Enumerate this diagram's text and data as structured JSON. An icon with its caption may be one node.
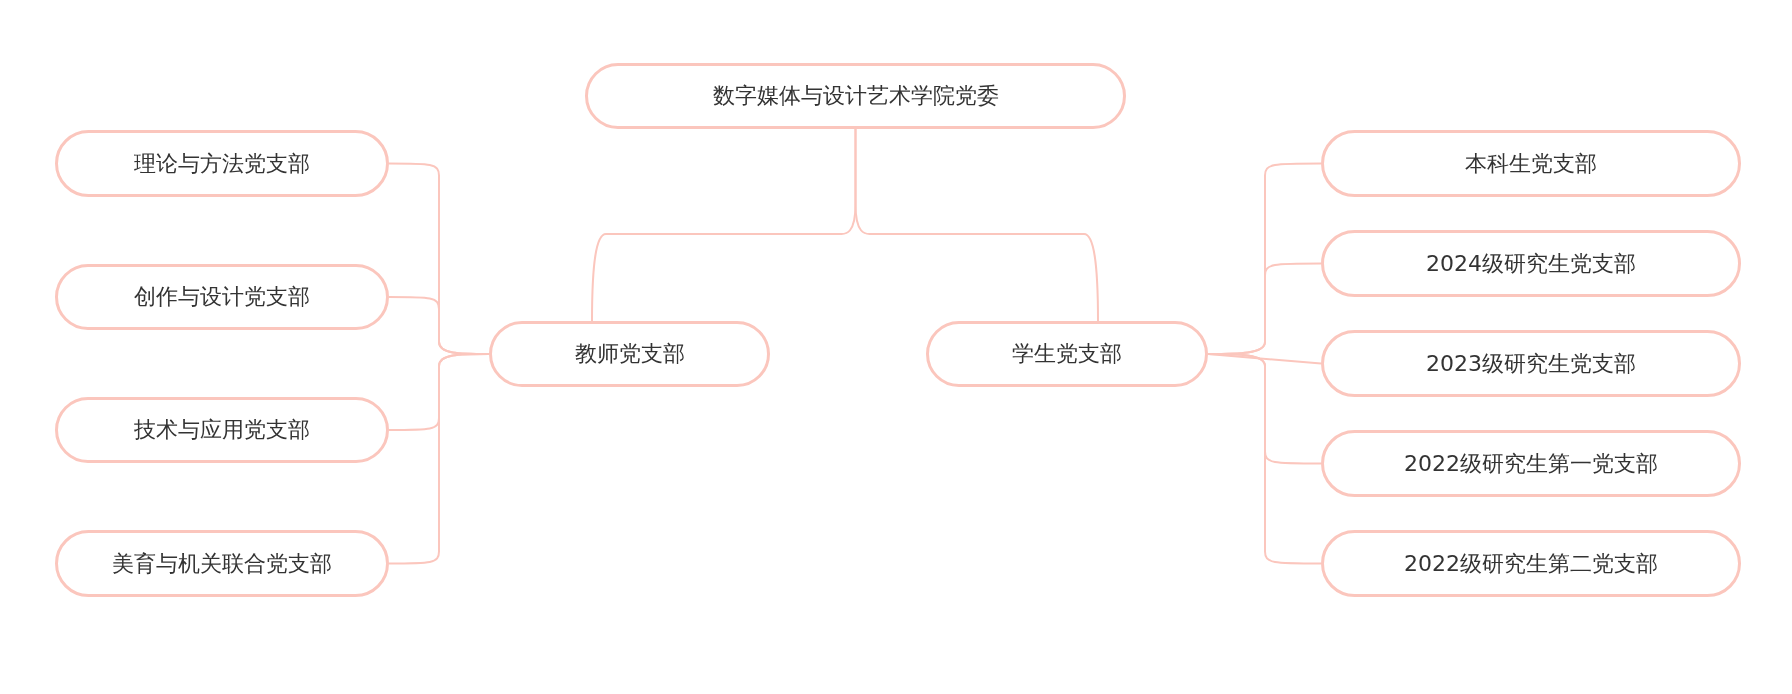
{
  "diagram": {
    "nodes": [
      {
        "text": [
          "数字媒体与设计艺术学院党委"
        ]
      },
      {
        "text": [
          "教师党支部"
        ]
      },
      {
        "text": [
          "学生党支部"
        ]
      },
      {
        "text": [
          "理论与方法党支部"
        ]
      },
      {
        "text": [
          "创作与设计党支部"
        ]
      },
      {
        "text": [
          "技术与应用党支部"
        ]
      },
      {
        "text": [
          "美育与机关联合党支部"
        ]
      },
      {
        "text": [
          "本科生党支部"
        ]
      },
      {
        "text": [
          "2024级研究生党支部"
        ]
      },
      {
        "text": [
          "2023级研究生党支部"
        ]
      },
      {
        "text": [
          "2022级研究生第一党支部"
        ]
      },
      {
        "text": [
          "2022级研究生第二党支部"
        ]
      }
    ],
    "edges": [
      {
        "from": 0,
        "to": 1,
        "arrow": "none"
      },
      {
        "from": 0,
        "to": 2,
        "arrow": "none"
      },
      {
        "from": 1,
        "to": 3,
        "arrow": "none"
      },
      {
        "from": 1,
        "to": 4,
        "arrow": "none"
      },
      {
        "from": 1,
        "to": 5,
        "arrow": "none"
      },
      {
        "from": 1,
        "to": 6,
        "arrow": "none"
      },
      {
        "from": 2,
        "to": 7,
        "arrow": "none"
      },
      {
        "from": 2,
        "to": 8,
        "arrow": "none"
      },
      {
        "from": 2,
        "to": 9,
        "arrow": "none"
      },
      {
        "from": 2,
        "to": 10,
        "arrow": "none"
      },
      {
        "from": 2,
        "to": 11,
        "arrow": "none"
      }
    ]
  }
}
